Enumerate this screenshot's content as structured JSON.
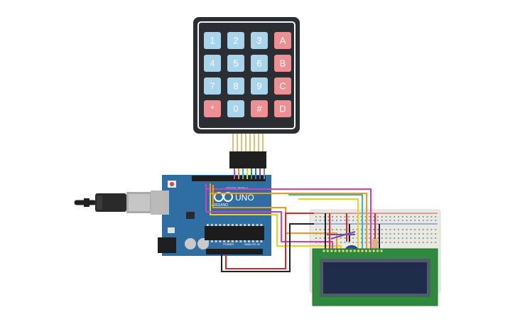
{
  "keypad": {
    "keys": [
      {
        "label": "1",
        "color": "#a8d4ec"
      },
      {
        "label": "2",
        "color": "#a8d4ec"
      },
      {
        "label": "3",
        "color": "#a8d4ec"
      },
      {
        "label": "A",
        "color": "#ee8f94"
      },
      {
        "label": "4",
        "color": "#a8d4ec"
      },
      {
        "label": "5",
        "color": "#a8d4ec"
      },
      {
        "label": "6",
        "color": "#a8d4ec"
      },
      {
        "label": "B",
        "color": "#ee8f94"
      },
      {
        "label": "7",
        "color": "#a8d4ec"
      },
      {
        "label": "8",
        "color": "#a8d4ec"
      },
      {
        "label": "9",
        "color": "#a8d4ec"
      },
      {
        "label": "C",
        "color": "#ee8f94"
      },
      {
        "label": "*",
        "color": "#ee8f94"
      },
      {
        "label": "0",
        "color": "#a8d4ec"
      },
      {
        "label": "#",
        "color": "#ee8f94"
      },
      {
        "label": "D",
        "color": "#ee8f94"
      }
    ],
    "body_color": "#2b2f33"
  },
  "arduino": {
    "board_color": "#2f6ea3",
    "brand_label": "UNO",
    "logo_label": "ARDUINO",
    "digital_label": "DIGITAL (PWM~)",
    "power_label": "POWER",
    "analog_label": "ANALOG IN"
  },
  "breadboard": {
    "color": "#e9e9e4"
  },
  "lcd": {
    "board_color": "#2f8a3e",
    "screen_color": "#1f2d4a"
  },
  "wire_colors": {
    "magenta": "#d23fb7",
    "orange": "#f39a1e",
    "cyan": "#35b8c4",
    "yellow": "#e8d21a",
    "red": "#d62b2b",
    "black": "#222222",
    "purple": "#7a4bb0"
  }
}
